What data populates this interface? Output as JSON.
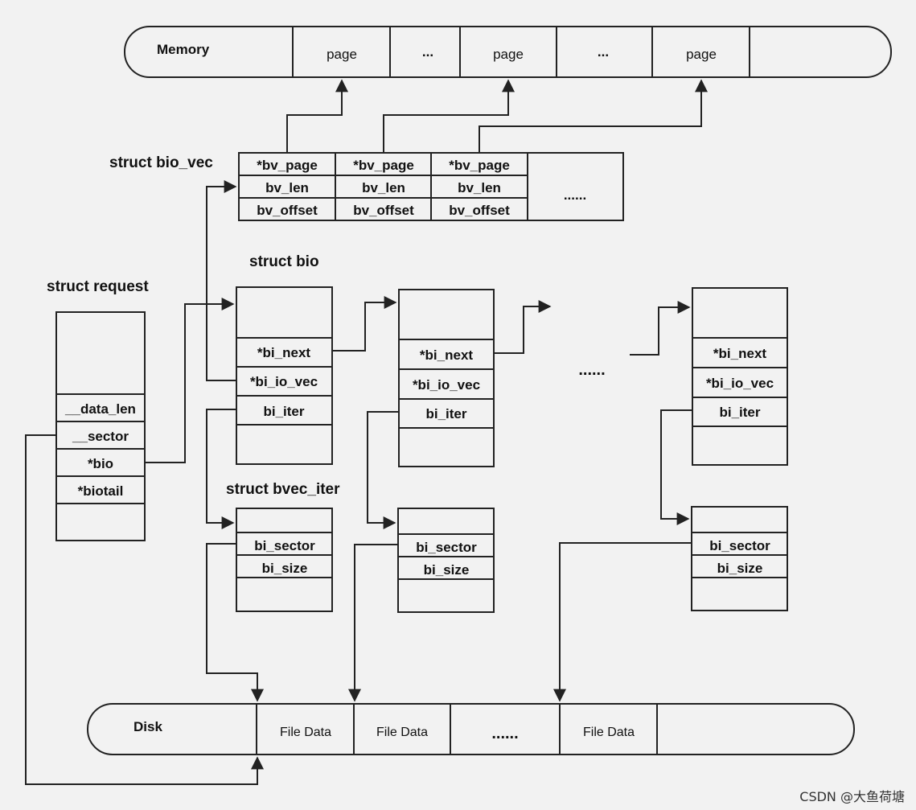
{
  "memory": {
    "title": "Memory",
    "cells": [
      "page",
      "...",
      "page",
      "...",
      "page"
    ]
  },
  "bio_vec": {
    "label": "struct bio_vec",
    "columns": [
      [
        "*bv_page",
        "bv_len",
        "bv_offset"
      ],
      [
        "*bv_page",
        "bv_len",
        "bv_offset"
      ],
      [
        "*bv_page",
        "bv_len",
        "bv_offset"
      ]
    ],
    "ellipsis": "......"
  },
  "request": {
    "label": "struct request",
    "fields": [
      "__data_len",
      "__sector",
      "*bio",
      "*biotail"
    ]
  },
  "bio": {
    "label": "struct bio",
    "fields": [
      "*bi_next",
      "*bi_io_vec",
      "bi_iter"
    ],
    "ellipsis": "......"
  },
  "bvec_iter": {
    "label": "struct bvec_iter",
    "fields": [
      "bi_sector",
      "bi_size"
    ]
  },
  "disk": {
    "title": "Disk",
    "cells": [
      "File Data",
      "File Data",
      "......",
      "File Data"
    ]
  },
  "watermark": "CSDN @大鱼荷塘",
  "colors": {
    "background": "#f2f2f2",
    "stroke": "#222222"
  }
}
